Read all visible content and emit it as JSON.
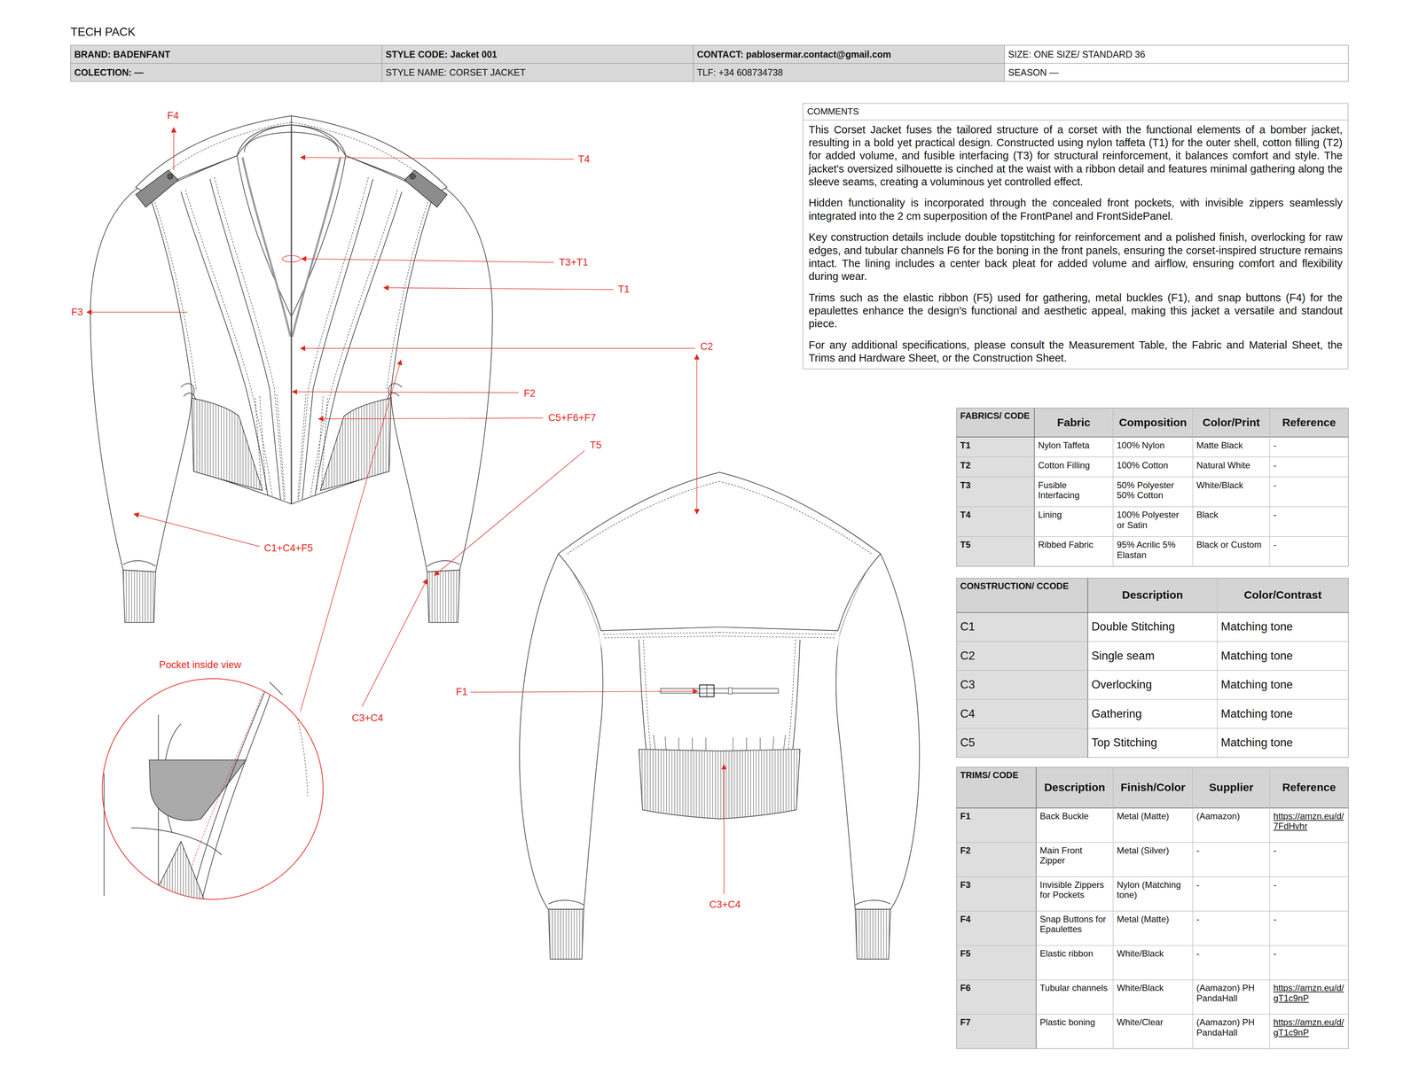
{
  "diagram": {
    "title": "TECH PACK",
    "nodes": [
      {
        "text": [
          "COMMENTS",
          "This Corset Jacket fuses the tailored structure of a corset with the functional elements of a bomber jacket, resulting in a bold yet practical design. Constructed using nylon taffeta (T1) for the outer shell, cotton filling (T2) for added volume, and fusible interfacing (T3) for structural reinforcement, it balances comfort and style. The jacket's oversized silhouette is cinched at the waist with a ribbon detail and features minimal gathering along the sleeve seams, creating a voluminous yet controlled effect.",
          "Hidden functionality is incorporated through the concealed front pockets, with invisible zippers seamlessly integrated into the 2 cm superposition of the FrontPanel and FrontSidePanel.",
          "Key construction details include double topstitching for reinforcement and a polished finish, overlocking for raw edges, and tubular channels F6 for the boning in the front panels, ensuring the corset-inspired structure remains intact. The lining includes a center back pleat for added volume and airflow, ensuring comfort and flexibility during wear.",
          "Trims such as the elastic ribbon (F5) used for gathering, metal buckles (F1), and snap buttons (F4) for the epaulettes enhance the design's functional and aesthetic appeal, making this jacket a versatile and standout piece.",
          "For any additional specifications, please consult the Measurement Table, the Fabric and Material Sheet, the Trims and Hardware Sheet, or the Construction Sheet."
        ]
      }
    ],
    "labels": [
      "BRAND: BADENFANT",
      "STYLE CODE: Jacket 001",
      "CONTACT: pablosermar.contact@gmail.com",
      "SIZE: ONE SIZE/ STANDARD 36",
      "COLECTION: —",
      "STYLE NAME: CORSET JACKET",
      "TLF: +34 608734738",
      "SEASON —",
      "F4",
      "T4",
      "T3+T1",
      "T1",
      "F3",
      "C2",
      "F2",
      "C5+F6+F7",
      "T5",
      "C1+C4+F5",
      "Pocket inside view",
      "F1",
      "C3+C4",
      "C3+C4",
      "FABRICS/ CODE",
      "Fabric",
      "Composition",
      "Color/Print",
      "Reference",
      "T1",
      "Nylon Taffeta",
      "100% Nylon",
      "Matte Black",
      "-",
      "T2",
      "Cotton Filling",
      "100% Cotton",
      "Natural White",
      "-",
      "T3",
      "Fusible Interfacing",
      "50% Polyester 50% Cotton",
      "White/Black",
      "-",
      "T4",
      "Lining",
      "100% Polyester or Satin",
      "Black",
      "-",
      "T5",
      "Ribbed Fabric",
      "95% Acrilic 5% Elastan",
      "Black or Custom",
      "-",
      "CONSTRUCTION/ CCODE",
      "Description",
      "Color/Contrast",
      "C1",
      "Double Stitching",
      "Matching tone",
      "C2",
      "Single seam",
      "Matching tone",
      "C3",
      "Overlocking",
      "Matching tone",
      "C4",
      "Gathering",
      "Matching tone",
      "C5",
      "Top Stitching",
      "Matching tone",
      "TRIMS/ CODE",
      "Description",
      "Finish/Color",
      "Supplier",
      "Reference",
      "F1",
      "Back Buckle",
      "Metal (Matte)",
      "(Aamazon)",
      "https://amzn.eu/d/7FdHvhr",
      "F2",
      "Main Front Zipper",
      "Metal (Silver)",
      "-",
      "-",
      "F3",
      "Invisible Zippers for Pockets",
      "Nylon (Matching tone)",
      "-",
      "-",
      "F4",
      "Snap Buttons for Epaulettes",
      "Metal (Matte)",
      "-",
      "-",
      "F5",
      "Elastic ribbon",
      "White/Black",
      "-",
      "-",
      "F6",
      "Tubular channels",
      "White/Black",
      "(Aamazon) PH PandaHall",
      "https://amzn.eu/d/gT1c9nP",
      "F7",
      "Plastic boning",
      "White/Clear",
      "(Aamazon) PH PandaHall",
      "https://amzn.eu/d/gT1c9nP"
    ]
  }
}
